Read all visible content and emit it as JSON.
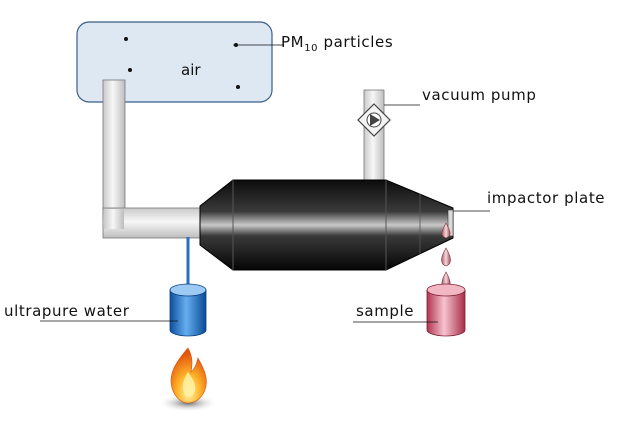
{
  "diagram": {
    "labels": {
      "air": "air",
      "pm_particles_main": "PM",
      "pm_particles_sub": "10",
      "pm_particles_rest": " particles",
      "vacuum_pump": "vacuum pump",
      "impactor_plate": "impactor plate",
      "ultrapure_water": "ultrapure water",
      "sample": "sample"
    },
    "colors": {
      "air_box_fill": "#dde8f3",
      "air_box_stroke": "#3a5f86",
      "duct_fill": "#e6e6e6",
      "duct_stroke": "#777777",
      "impactor_body": "#111111",
      "water_beaker": "#1f72c9",
      "sample_beaker": "#d04a64",
      "flame": "#f39a1c",
      "droplet": "#c46a78"
    },
    "icons": {
      "pump": "pump-symbol-icon",
      "flame": "flame-icon"
    }
  }
}
